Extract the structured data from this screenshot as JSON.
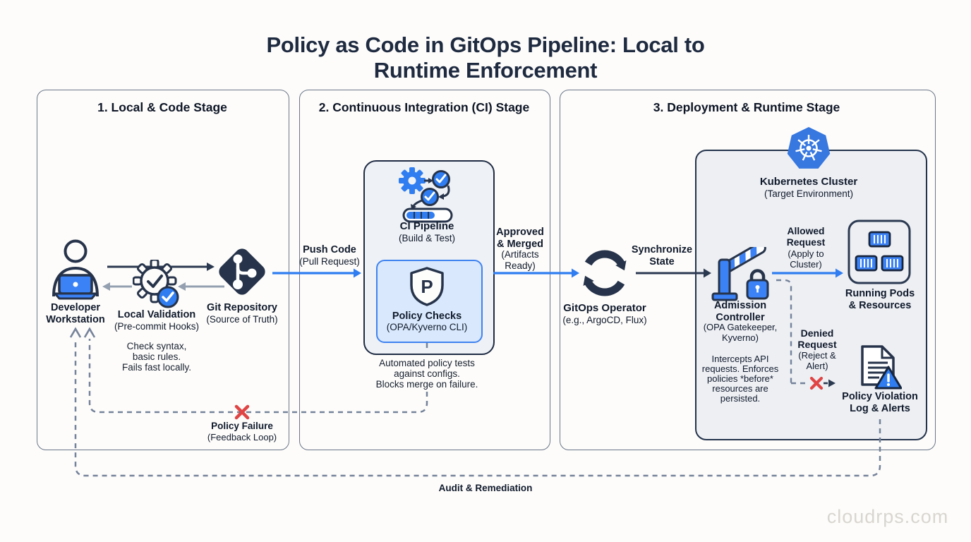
{
  "title": "Policy as Code in GitOps Pipeline: Local to Runtime Enforcement",
  "colors": {
    "accent_blue": "#2f7df0",
    "navy": "#26334a",
    "red": "#e04444",
    "policy_card_fill": "#d9e8fc",
    "policy_card_border": "#3f83f0",
    "gray_card_fill": "#edeff3",
    "dashed_gray": "#74829a"
  },
  "stage1": {
    "heading": "1. Local & Code Stage",
    "developer": {
      "label": "Developer\nWorkstation"
    },
    "validation": {
      "label": "Local Validation",
      "sub": "(Pre-commit Hooks)",
      "desc": "Check syntax,\nbasic rules.\nFails fast locally."
    },
    "git": {
      "label": "Git Repository",
      "sub": "(Source of Truth)"
    },
    "failure": {
      "label": "Policy Failure",
      "sub": "(Feedback Loop)"
    }
  },
  "stage2": {
    "heading": "2. Continuous Integration (CI) Stage",
    "push": {
      "label": "Push Code",
      "sub": "(Pull Request)"
    },
    "ci": {
      "label": "CI Pipeline",
      "sub": "(Build & Test)"
    },
    "policy_checks": {
      "label": "Policy Checks",
      "sub": "(OPA/Kyverno CLI)",
      "shield_letter": "P",
      "desc": "Automated policy tests\nagainst configs.\nBlocks merge on failure."
    },
    "approved": {
      "label": "Approved\n& Merged",
      "sub": "(Artifacts\nReady)"
    }
  },
  "stage3": {
    "heading": "3. Deployment & Runtime Stage",
    "gitops": {
      "label": "GitOps Operator",
      "sub": "(e.g., ArgoCD, Flux)"
    },
    "sync": {
      "label": "Synchronize\nState"
    },
    "cluster": {
      "label": "Kubernetes Cluster",
      "sub": "(Target Environment)"
    },
    "admission": {
      "label": "Admission\nController",
      "sub": "(OPA Gatekeeper,\nKyverno)",
      "desc": "Intercepts API\nrequests. Enforces\npolicies *before*\nresources are\npersisted."
    },
    "allowed": {
      "label": "Allowed\nRequest",
      "sub": "(Apply to\nCluster)"
    },
    "pods": {
      "label": "Running Pods\n& Resources"
    },
    "denied": {
      "label": "Denied\nRequest",
      "sub": "(Reject &\nAlert)"
    },
    "violation": {
      "label": "Policy Violation\nLog & Alerts"
    }
  },
  "footer": {
    "audit_label": "Audit & Remediation",
    "watermark": "cloudrps.com"
  }
}
